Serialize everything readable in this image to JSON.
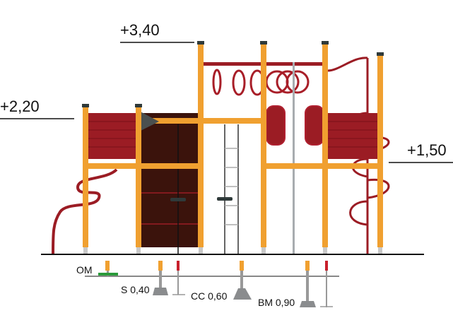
{
  "heights": {
    "top": "+3,40",
    "left": "+2,20",
    "right": "+1,50"
  },
  "foundations": {
    "om": "OM",
    "s": "S 0,40",
    "cc": "CC 0,60",
    "bm": "BM 0,90"
  },
  "colors": {
    "post": "#f0a030",
    "red": "#9b1c24",
    "panel": "#3b130c",
    "steel": "#a8acb0",
    "concrete": "#8a8c8e",
    "green": "#2a9a3a"
  }
}
